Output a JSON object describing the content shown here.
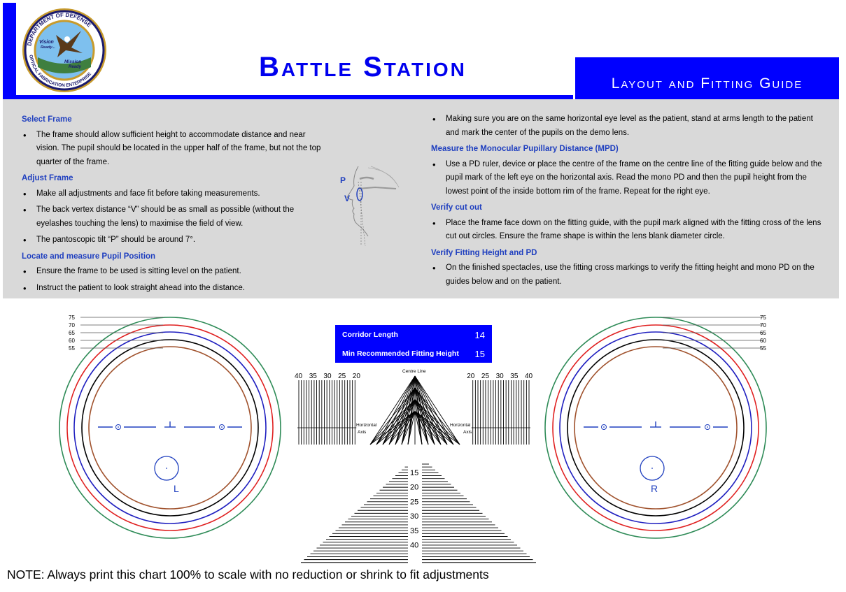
{
  "logo": {
    "ring_text_top": "DEPARTMENT OF DEFENSE",
    "ring_text_bottom": "OPTICAL FABRICATION ENTERPRISE",
    "motto_1": "Vision",
    "motto_2": "Ready...",
    "motto_3": "Mission",
    "motto_4": "Ready"
  },
  "header": {
    "title": "Battle Station",
    "subtitle": "Layout and Fitting Guide"
  },
  "colors": {
    "accent_blue": "#0000ff",
    "heading_blue": "#1f3fbf",
    "panel_gray": "#d9d9d9"
  },
  "instructions": {
    "left": [
      {
        "heading": "Select Frame",
        "items": [
          "The frame should allow sufficient height to accommodate distance and near vision.  The pupil should be located in the upper half of the frame, but not the top quarter of the frame."
        ]
      },
      {
        "heading": "Adjust Frame",
        "items": [
          "Make all adjustments and face fit before taking measurements.",
          "The back vertex distance “V” should be as small as possible (without the eyelashes touching the lens) to maximise the field of view.",
          "The pantoscopic tilt “P” should be around 7°."
        ]
      },
      {
        "heading": "Locate and measure Pupil Position",
        "items": [
          "Ensure the frame to be used is sitting level on the patient.",
          "Instruct the patient to look straight ahead into the distance."
        ]
      }
    ],
    "right_intro_item": "Making sure you are on the same horizontal eye level as the patient, stand at arms length to the patient and mark the center of the pupils on the demo lens.",
    "right": [
      {
        "heading": "Measure the Monocular Pupillary Distance (MPD)",
        "items": [
          "Use a PD ruler, device or place the centre of the frame on the centre line of the fitting guide below and the pupil mark of the left eye on the horizontal axis.  Read the mono PD and then the pupil height from the lowest point of the inside bottom rim of the frame.  Repeat for the right eye."
        ]
      },
      {
        "heading": "Verify cut out",
        "items": [
          "Place the frame face down on the fitting guide, with the pupil mark aligned with the fitting cross of the lens cut out circles.  Ensure the frame shape is within the lens blank diameter circle."
        ]
      },
      {
        "heading": "Verify Fitting Height and PD",
        "items": [
          "On the finished spectacles, use the fitting cross markings to verify the fitting height and mono PD on the guides below and on the patient."
        ]
      }
    ],
    "illustration_labels": {
      "p": "P",
      "v": "V"
    }
  },
  "info_box": {
    "corridor_label": "Corridor Length",
    "corridor_value": "14",
    "fitting_label": "Min Recommended Fitting Height",
    "fitting_value": "15"
  },
  "lens_guides": {
    "diameters": [
      "75",
      "70",
      "65",
      "60",
      "55"
    ],
    "ring_colors": [
      "#2e8b57",
      "#e02020",
      "#2020c0",
      "#000000",
      "#a0522d"
    ],
    "left_label": "L",
    "right_label": "R"
  },
  "pd_scale": {
    "left_ticks": [
      "40",
      "35",
      "30",
      "25",
      "20"
    ],
    "right_ticks": [
      "20",
      "25",
      "30",
      "35",
      "40"
    ],
    "centre_line_label": "Centre Line",
    "axis_label_1": "Horizontal",
    "axis_label_2": "Axis"
  },
  "height_scale": {
    "ticks": [
      "15",
      "20",
      "25",
      "30",
      "35",
      "40"
    ]
  },
  "note": "NOTE: Always print this chart 100% to scale with no reduction or shrink to fit adjustments"
}
